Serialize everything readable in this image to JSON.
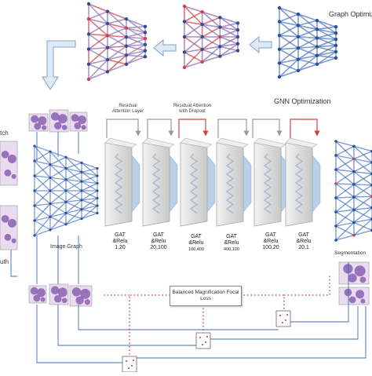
{
  "labels": {
    "graph_optimization": "Graph Optimiz",
    "gnn_optimization": "GNN Optimization",
    "residual_attention_layer": [
      "Residual",
      "Attention Layer"
    ],
    "residual_attention_dropout": [
      "Residual Attention",
      "with Dropout"
    ],
    "image_graph": "Image Graph",
    "segmentation": "Segmentation",
    "patch_fragment": "tch",
    "truth_fragment": "uth",
    "loss_box": [
      "Balanced Magnification Focal",
      "Loss"
    ]
  },
  "layers": [
    {
      "line1": "GAT",
      "line2": "&Relu",
      "dims": "1,20"
    },
    {
      "line1": "GAT",
      "line2": "&Relu",
      "dims": "20,100"
    },
    {
      "line1": "GAT",
      "line2": "&Relu",
      "dims": "100,400"
    },
    {
      "line1": "GAT",
      "line2": "&Relu",
      "dims": "400,100"
    },
    {
      "line1": "GAT",
      "line2": "&Relu",
      "dims": "100,20"
    },
    {
      "line1": "GAT",
      "line2": "&Relu",
      "dims": "20,1"
    }
  ],
  "colors": {
    "arrow_fill": "#dfe9f5",
    "arrow_stroke": "#7fa3cc",
    "graph_blue": "#4f79c6",
    "graph_red": "#d0454c",
    "skip_gray": "#9a9a9a",
    "skip_red": "#c7473f",
    "dotted_red": "#c2393f",
    "conn_blue": "#3b6fb6",
    "patch_purple": "#8a5fb0",
    "patch_bg": "#e9dcef"
  }
}
